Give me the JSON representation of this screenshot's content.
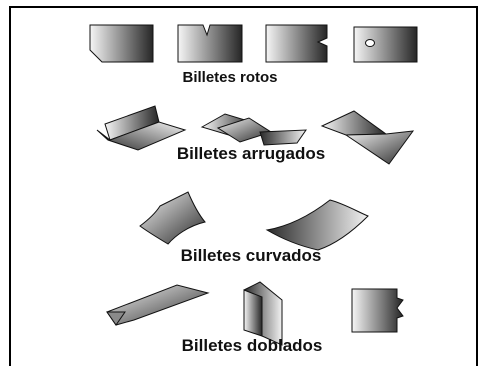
{
  "figure": {
    "groups": [
      {
        "id": "rotos",
        "label": "Billetes rotos"
      },
      {
        "id": "arrugados",
        "label": "Billetes arrugados"
      },
      {
        "id": "curvados",
        "label": "Billetes curvados"
      },
      {
        "id": "doblados",
        "label": "Billetes doblados"
      }
    ]
  },
  "colors": {
    "frame": "#000000",
    "note_dark": "#2b2b2b",
    "note_light": "#f4f4f4",
    "text": "#111111"
  }
}
